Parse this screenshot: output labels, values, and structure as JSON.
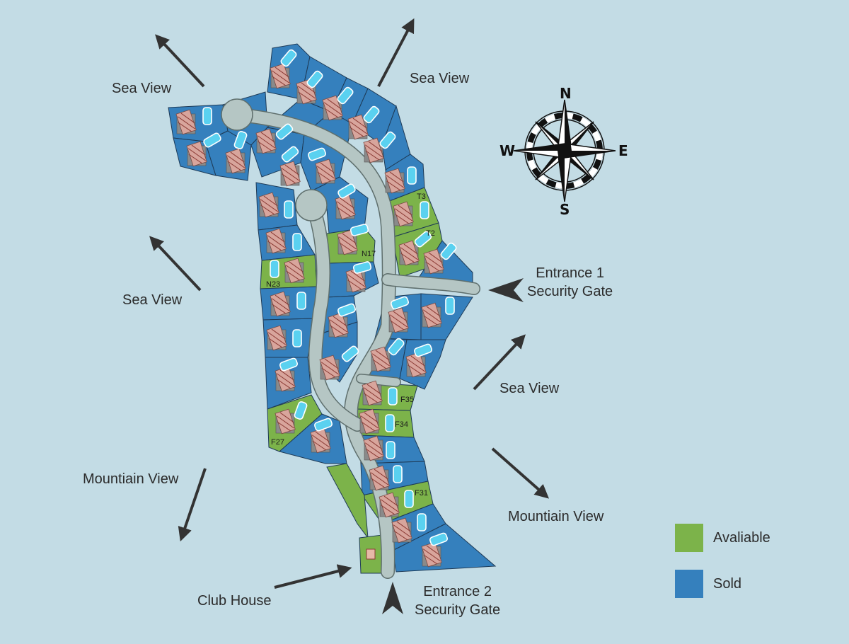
{
  "colors": {
    "background": "#c3dce5",
    "available": "#7cb34a",
    "sold": "#3580bd",
    "road": "#b5c6c4",
    "lot_border": "#1e3a56",
    "arrow": "#333333"
  },
  "view_labels": [
    {
      "text": "Sea View"
    },
    {
      "text": "Sea View"
    },
    {
      "text": "Sea View"
    },
    {
      "text": "Sea View"
    },
    {
      "text": "Mountiain View"
    },
    {
      "text": "Mountiain View"
    }
  ],
  "entrances": [
    {
      "line1": "Entrance 1",
      "line2": "Security Gate"
    },
    {
      "line1": "Entrance 2",
      "line2": "Security Gate"
    }
  ],
  "club_house": {
    "text": "Club House"
  },
  "compass": {
    "north": "N",
    "south": "S",
    "east": "E",
    "west": "W"
  },
  "lot_labels": [
    "T3",
    "T2",
    "N17",
    "N23",
    "F35",
    "F34",
    "F27",
    "F31"
  ],
  "legend": [
    {
      "label": "Avaliable",
      "status": "available"
    },
    {
      "label": "Sold",
      "status": "sold"
    }
  ]
}
